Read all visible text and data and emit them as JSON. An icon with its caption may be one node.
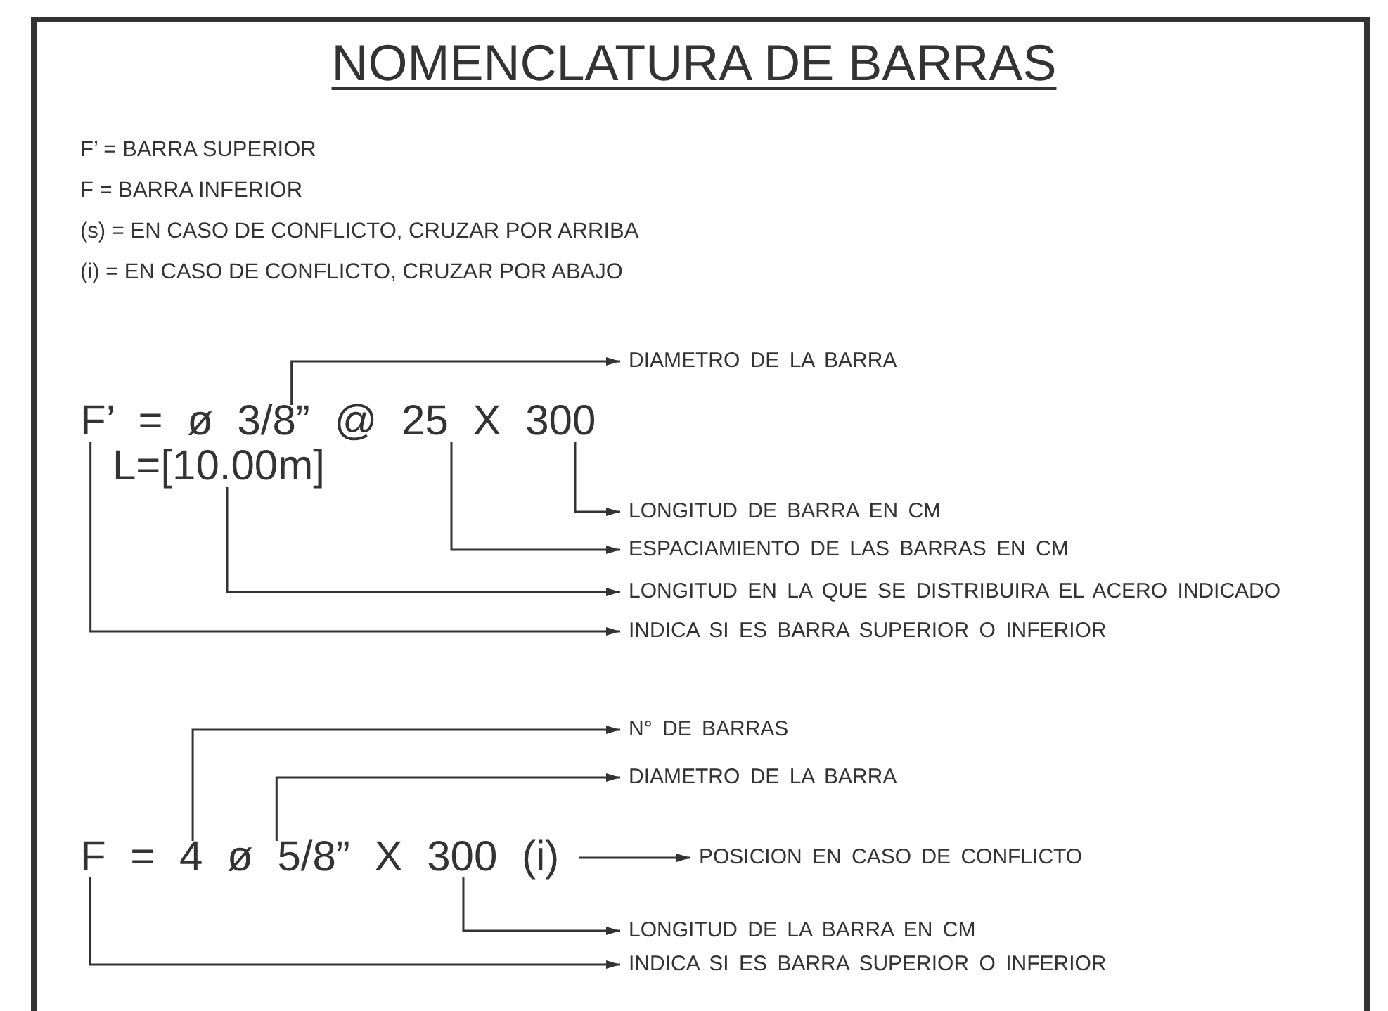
{
  "diagram": {
    "title": "NOMENCLATURA DE BARRAS",
    "nodes": [
      {
        "text": [
          "F’ = ø 3/8” @ 25 X 300"
        ]
      },
      {
        "text": [
          "L=[10.00m]"
        ]
      },
      {
        "text": [
          "DIAMETRO DE LA BARRA"
        ]
      },
      {
        "text": [
          "LONGITUD DE BARRA EN CM"
        ]
      },
      {
        "text": [
          "ESPACIAMIENTO DE LAS BARRAS EN CM"
        ]
      },
      {
        "text": [
          "LONGITUD EN LA QUE SE DISTRIBUIRA EL ACERO INDICADO"
        ]
      },
      {
        "text": [
          "INDICA SI ES BARRA SUPERIOR O INFERIOR"
        ]
      },
      {
        "text": [
          "F = 4 ø 5/8” X 300 (i)"
        ]
      },
      {
        "text": [
          "N° DE BARRAS"
        ]
      },
      {
        "text": [
          "DIAMETRO DE LA BARRA"
        ]
      },
      {
        "text": [
          "POSICION EN CASO DE CONFLICTO"
        ]
      },
      {
        "text": [
          "LONGITUD DE LA BARRA EN CM"
        ]
      },
      {
        "text": [
          "INDICA SI ES BARRA SUPERIOR O INFERIOR"
        ]
      }
    ],
    "edges": [
      {
        "from": 0,
        "to": 2,
        "arrow": "to"
      },
      {
        "from": 0,
        "to": 3,
        "arrow": "to"
      },
      {
        "from": 0,
        "to": 4,
        "arrow": "to"
      },
      {
        "from": 1,
        "to": 5,
        "arrow": "to"
      },
      {
        "from": 0,
        "to": 6,
        "arrow": "to"
      },
      {
        "from": 7,
        "to": 8,
        "arrow": "to"
      },
      {
        "from": 7,
        "to": 9,
        "arrow": "to"
      },
      {
        "from": 7,
        "to": 10,
        "arrow": "to"
      },
      {
        "from": 7,
        "to": 11,
        "arrow": "to"
      },
      {
        "from": 7,
        "to": 12,
        "arrow": "to"
      }
    ],
    "labels": [
      "F’ = BARRA SUPERIOR",
      "F = BARRA INFERIOR",
      "(s) = EN CASO DE CONFLICTO, CRUZAR POR ARRIBA",
      "(i) = EN CASO DE CONFLICTO, CRUZAR POR ABAJO"
    ]
  }
}
